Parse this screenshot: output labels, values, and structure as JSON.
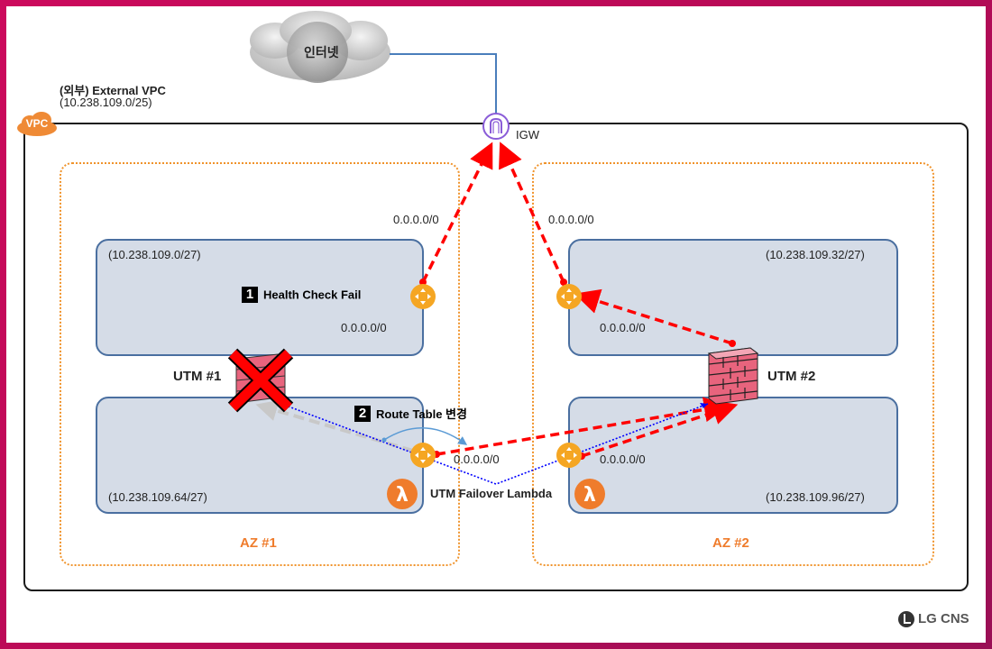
{
  "internet": {
    "label": "인터넷"
  },
  "vpc": {
    "title": "(외부) External VPC",
    "cidr": "(10.238.109.0/25)",
    "badge": "VPC"
  },
  "igw": {
    "label": "IGW"
  },
  "az": [
    {
      "label": "AZ #1",
      "utm_label": "UTM #1",
      "utm_status": "failed",
      "subnets": [
        {
          "cidr": "(10.238.109.0/27)",
          "route": "0.0.0.0/0"
        },
        {
          "cidr": "(10.238.109.64/27)",
          "route": "0.0.0.0/0"
        }
      ]
    },
    {
      "label": "AZ #2",
      "utm_label": "UTM #2",
      "utm_status": "active",
      "subnets": [
        {
          "cidr": "(10.238.109.32/27)",
          "route": "0.0.0.0/0"
        },
        {
          "cidr": "(10.238.109.96/27)",
          "route": "0.0.0.0/0"
        }
      ]
    }
  ],
  "routes": {
    "igw_left": "0.0.0.0/0",
    "igw_right": "0.0.0.0/0"
  },
  "steps": [
    {
      "number": "1",
      "label": "Health Check Fail"
    },
    {
      "number": "2",
      "label": "Route Table 변경"
    }
  ],
  "lambda": {
    "label": "UTM Failover Lambda",
    "icon": "λ"
  },
  "colors": {
    "frame": "#c20a5a",
    "az_border": "#f0932b",
    "subnet_fill": "#d5dce7",
    "subnet_border": "#4a6fa0",
    "route_arrow": "#ff0000",
    "lambda_link": "#0000ff",
    "old_route": "#c8c8c8",
    "router": "#f5a623",
    "lambda": "#ef7c2c",
    "igw": "#8a5cd8"
  },
  "logo": {
    "text": "LG CNS"
  }
}
